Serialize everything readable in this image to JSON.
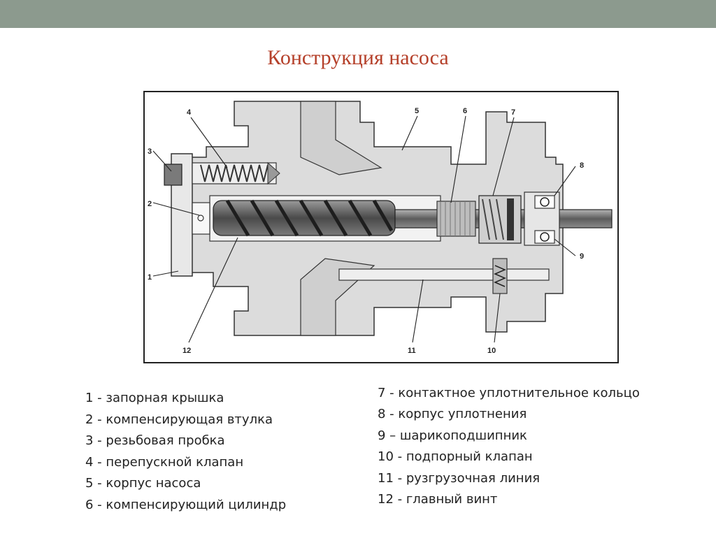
{
  "slide": {
    "title": "Конструкция насоса"
  },
  "diagram": {
    "callouts": [
      "1",
      "2",
      "3",
      "4",
      "5",
      "6",
      "7",
      "8",
      "9",
      "10",
      "11",
      "12"
    ]
  },
  "legend": {
    "left": [
      "1 - запорная крышка",
      "2 - компенсирующая втулка",
      "3 - резьбовая пробка",
      "4 - перепускной клапан",
      "5 - корпус насоса",
      "6 - компенсирующий цилиндр"
    ],
    "right": [
      " 7 - контактное уплотнительное кольцо",
      "8 - корпус уплотнения",
      "9 – шарикоподшипник",
      "10 - подпорный клапан",
      "11 - рузгрузочная линия",
      "12 - главный винт"
    ]
  },
  "colors": {
    "top_bar": "#8c9a8e",
    "title": "#b5402a",
    "body_fill": "#d9d9d9",
    "dark_fill": "#5a5a5a"
  }
}
